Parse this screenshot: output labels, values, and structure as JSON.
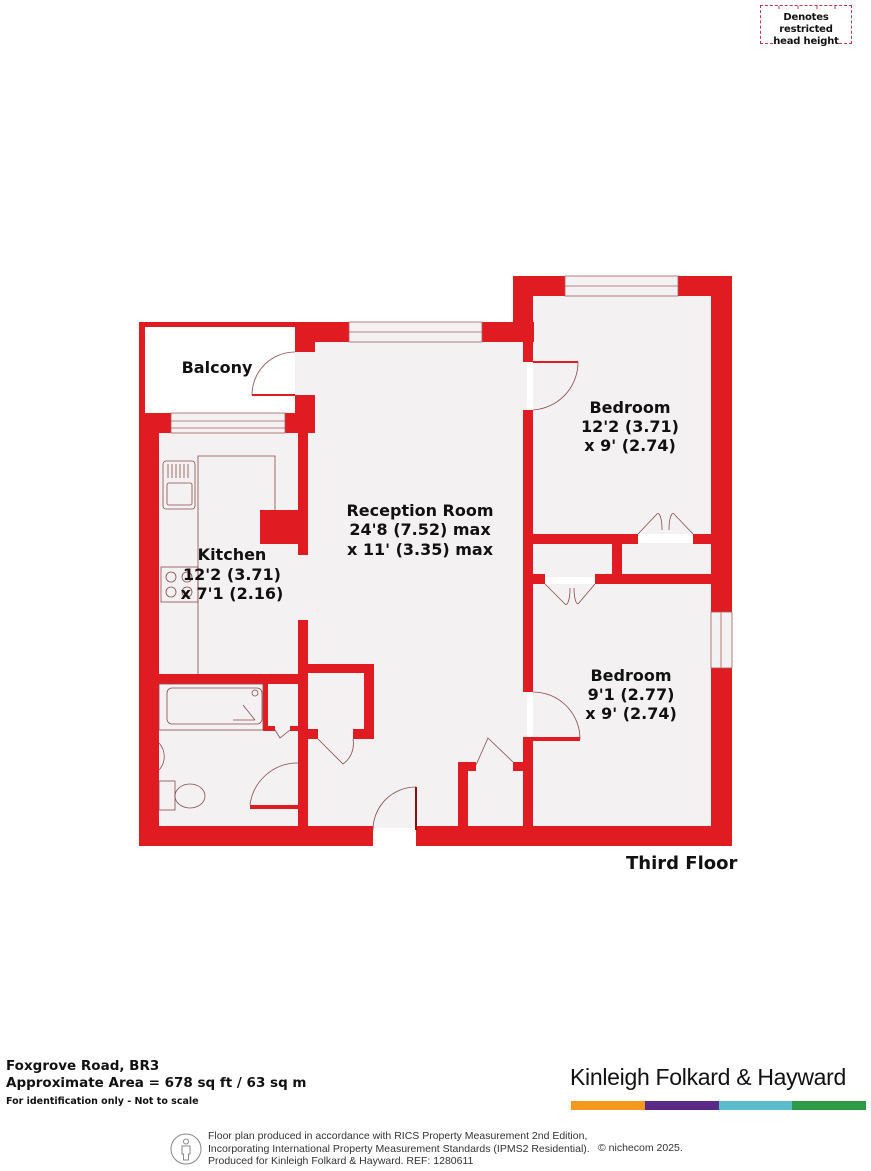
{
  "legend": {
    "restricted_line1": "Denotes restricted",
    "restricted_line2": "head height",
    "border_color": "#c0394a"
  },
  "plan": {
    "wall_color": "#e11b22",
    "floor_color": "#f3f1f1",
    "fixture_line_color": "#8a4a4a",
    "floor_name": "Third Floor",
    "rooms": [
      {
        "name": "Balcony",
        "dims1": "",
        "dims2": ""
      },
      {
        "name": "Kitchen",
        "dims1": "12'2 (3.71)",
        "dims2": "x 7'1 (2.16)"
      },
      {
        "name": "Reception Room",
        "dims1": "24'8 (7.52) max",
        "dims2": "x 11' (3.35) max"
      },
      {
        "name": "Bedroom",
        "dims1": "12'2 (3.71)",
        "dims2": "x 9' (2.74)"
      },
      {
        "name": "Bedroom",
        "dims1": "9'1 (2.77)",
        "dims2": "x 9' (2.74)"
      }
    ]
  },
  "property": {
    "address": "Foxgrove Road,  BR3",
    "area": "Approximate Area = 678 sq ft / 63 sq m",
    "disclaimer": "For identification only - Not to scale"
  },
  "brand": {
    "name": "Kinleigh Folkard & Hayward",
    "bar_colors": [
      "#f39a1e",
      "#5b2a86",
      "#5bbccd",
      "#2e9a46"
    ]
  },
  "footer": {
    "line1": "Floor plan produced in accordance with RICS Property Measurement 2nd Edition,",
    "line2": "Incorporating International Property Measurement Standards (IPMS2 Residential).",
    "line3": "Produced for Kinleigh Folkard & Hayward.   REF: 1280611",
    "copyright": "© nichecom 2025."
  }
}
